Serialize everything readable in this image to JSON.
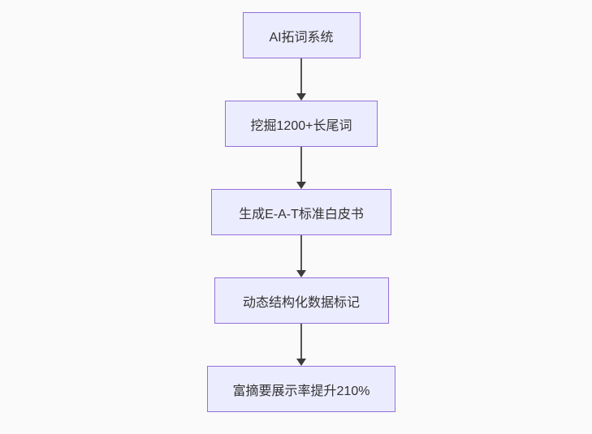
{
  "diagram": {
    "type": "flowchart",
    "direction": "top-down",
    "nodes": [
      {
        "id": "A",
        "label": "AI拓词系统"
      },
      {
        "id": "B",
        "label": "挖掘1200+长尾词"
      },
      {
        "id": "C",
        "label": "生成E-A-T标准白皮书"
      },
      {
        "id": "D",
        "label": "动态结构化数据标记"
      },
      {
        "id": "E",
        "label": "富摘要展示率提升210%"
      }
    ],
    "edges": [
      {
        "from": "A",
        "to": "B"
      },
      {
        "from": "B",
        "to": "C"
      },
      {
        "from": "C",
        "to": "D"
      },
      {
        "from": "D",
        "to": "E"
      }
    ],
    "colors": {
      "background": "#fafafa",
      "node_fill": "#ececff",
      "node_border": "#9370db",
      "arrow": "#3b3b3b",
      "text": "#333333"
    }
  }
}
